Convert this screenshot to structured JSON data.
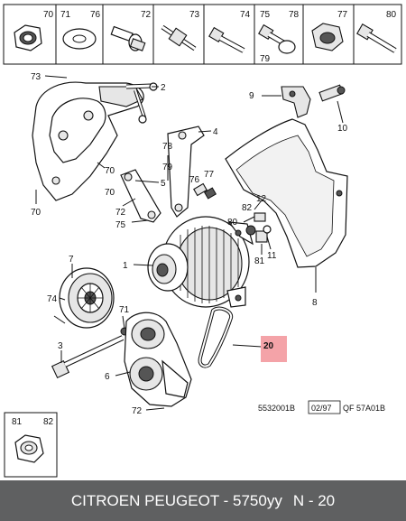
{
  "header_parts": [
    {
      "num": "70",
      "icon": "nut-icon"
    },
    {
      "num": "71",
      "icon": "washer-icon"
    },
    {
      "num": "76",
      "icon": ""
    },
    {
      "num": "72",
      "icon": "flange-bolt-icon"
    },
    {
      "num": "73",
      "icon": "stud-bolt-icon"
    },
    {
      "num": "74",
      "icon": "bolt-icon"
    },
    {
      "num": "75",
      "icon": "bolt-washer-icon"
    },
    {
      "num": "78",
      "icon": ""
    },
    {
      "num": "79",
      "icon": ""
    },
    {
      "num": "77",
      "icon": "collar-nut-icon"
    },
    {
      "num": "80",
      "icon": "long-bolt-icon"
    }
  ],
  "callouts": {
    "c73": "73",
    "c2": "2",
    "c4": "4",
    "c78": "78",
    "c79": "79",
    "c70a": "70",
    "c5": "5",
    "c70b": "70",
    "c72a": "72",
    "c75": "75",
    "c76": "76",
    "c77": "77",
    "c9": "9",
    "c10": "10",
    "c82": "82",
    "c12": "12",
    "c80": "80",
    "c81": "81",
    "c11": "11",
    "c1": "1",
    "c7": "7",
    "c74": "74",
    "c8": "8",
    "c71": "71",
    "c3": "3",
    "c6": "6",
    "c72b": "72",
    "c20": "20"
  },
  "inset": {
    "left": "81",
    "right": "82"
  },
  "ref_codes": {
    "drawing": "5532001B",
    "date": "02/97",
    "group": "QF 57A01B"
  },
  "highlight_color": "#f4a3a8",
  "footer": {
    "brand": "CITROEN PEUGEOT - 5750yy",
    "page": "N - 20"
  }
}
